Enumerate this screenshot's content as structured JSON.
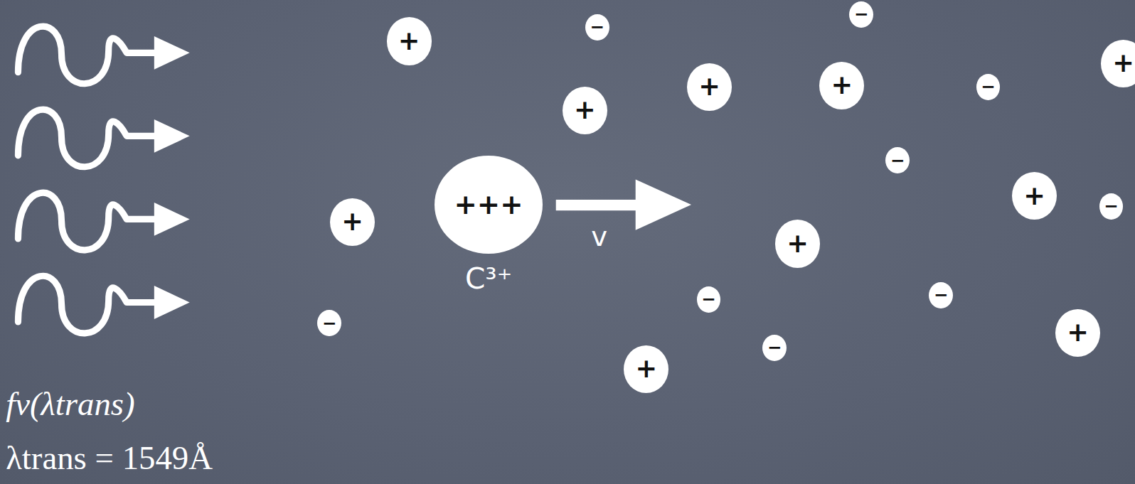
{
  "diagram": {
    "nodes": [
      {
        "text": [
          "−"
        ]
      },
      {
        "text": [
          "−"
        ]
      },
      {
        "text": [
          "+"
        ]
      },
      {
        "text": [
          "+"
        ]
      },
      {
        "text": [
          "+"
        ]
      },
      {
        "text": [
          "+"
        ]
      },
      {
        "text": [
          "−"
        ]
      },
      {
        "text": [
          "+"
        ]
      },
      {
        "text": [
          "−"
        ]
      },
      {
        "text": [
          "+"
        ]
      },
      {
        "text": [
          "+++",
          "C³⁺"
        ]
      },
      {
        "text": [
          "−"
        ]
      },
      {
        "text": [
          "+"
        ]
      },
      {
        "text": [
          "+"
        ]
      },
      {
        "text": [
          "−"
        ]
      },
      {
        "text": [
          "−"
        ]
      },
      {
        "text": [
          "−"
        ]
      },
      {
        "text": [
          "+"
        ]
      },
      {
        "text": [
          "−"
        ]
      },
      {
        "text": [
          "+"
        ]
      }
    ],
    "labels": [
      "v",
      "fν(λtrans)",
      "λtrans = 1549Å"
    ]
  }
}
